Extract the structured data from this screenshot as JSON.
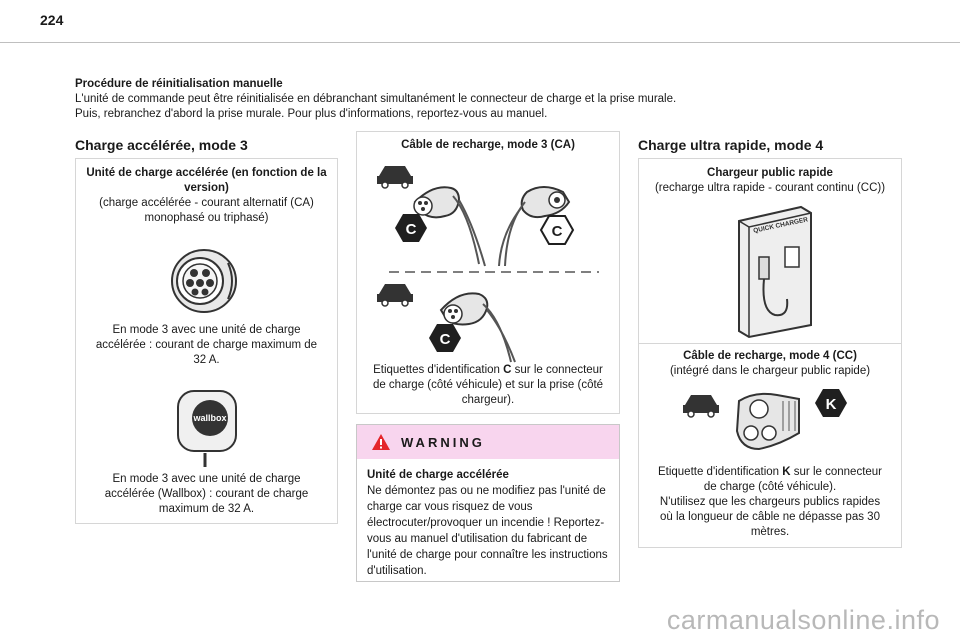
{
  "page_number": "224",
  "intro": {
    "heading": "Procédure de réinitialisation manuelle",
    "line1": "L'unité de commande peut être réinitialisée en débranchant simultanément le connecteur de charge et la prise murale.",
    "line2": "Puis, rebranchez d'abord la prise murale. Pour plus d'informations, reportez-vous au manuel."
  },
  "col1": {
    "title": "Charge accélérée, mode 3",
    "unit_title": "Unité de charge accélérée (en fonction de la version)",
    "unit_sub": "(charge accélérée - courant alternatif (CA) monophasé ou triphasé)",
    "caption_socket": "En mode 3 avec une unité de charge accélérée : courant de charge maximum de 32 A.",
    "wallbox_label": "wallbox",
    "caption_wallbox": "En mode 3 avec une unité de charge accélérée (Wallbox) : courant de charge maximum de 32 A."
  },
  "col2": {
    "cable_title": "Câble de recharge, mode 3 (CA)",
    "label_letter": "C",
    "caption_prefix": "Etiquettes d'identification ",
    "caption_letter": "C",
    "caption_suffix": " sur le connecteur de charge (côté véhicule) et sur la prise (côté chargeur).",
    "warning": {
      "title": "WARNING",
      "heading": "Unité de charge accélérée",
      "body": "Ne démontez pas ou ne modifiez pas l'unité de charge car vous risquez de vous électrocuter/provoquer un incendie ! Reportez-vous au manuel d'utilisation du fabricant de l'unité de charge pour connaître les instructions d'utilisation."
    }
  },
  "col3": {
    "title": "Charge ultra rapide, mode 4",
    "charger_title": "Chargeur public rapide",
    "charger_sub": "(recharge ultra rapide - courant continu (CC))",
    "charger_label": "QUICK CHARGER",
    "cable_title": "Câble de recharge, mode 4 (CC)",
    "cable_sub": "(intégré dans le chargeur public rapide)",
    "label_letter": "K",
    "caption_prefix": "Etiquette d'identification ",
    "caption_letter": "K",
    "caption_suffix": " sur le connecteur de charge (côté véhicule).",
    "caption_extra": "N'utilisez que les chargeurs publics rapides où la longueur de câble ne dépasse pas 30 mètres."
  },
  "watermark": "carmanualsonline.info",
  "colors": {
    "label_badge": "#1f1f1f",
    "warning_band": "#f8d5ee",
    "warning_triangle": "#e4262b"
  }
}
